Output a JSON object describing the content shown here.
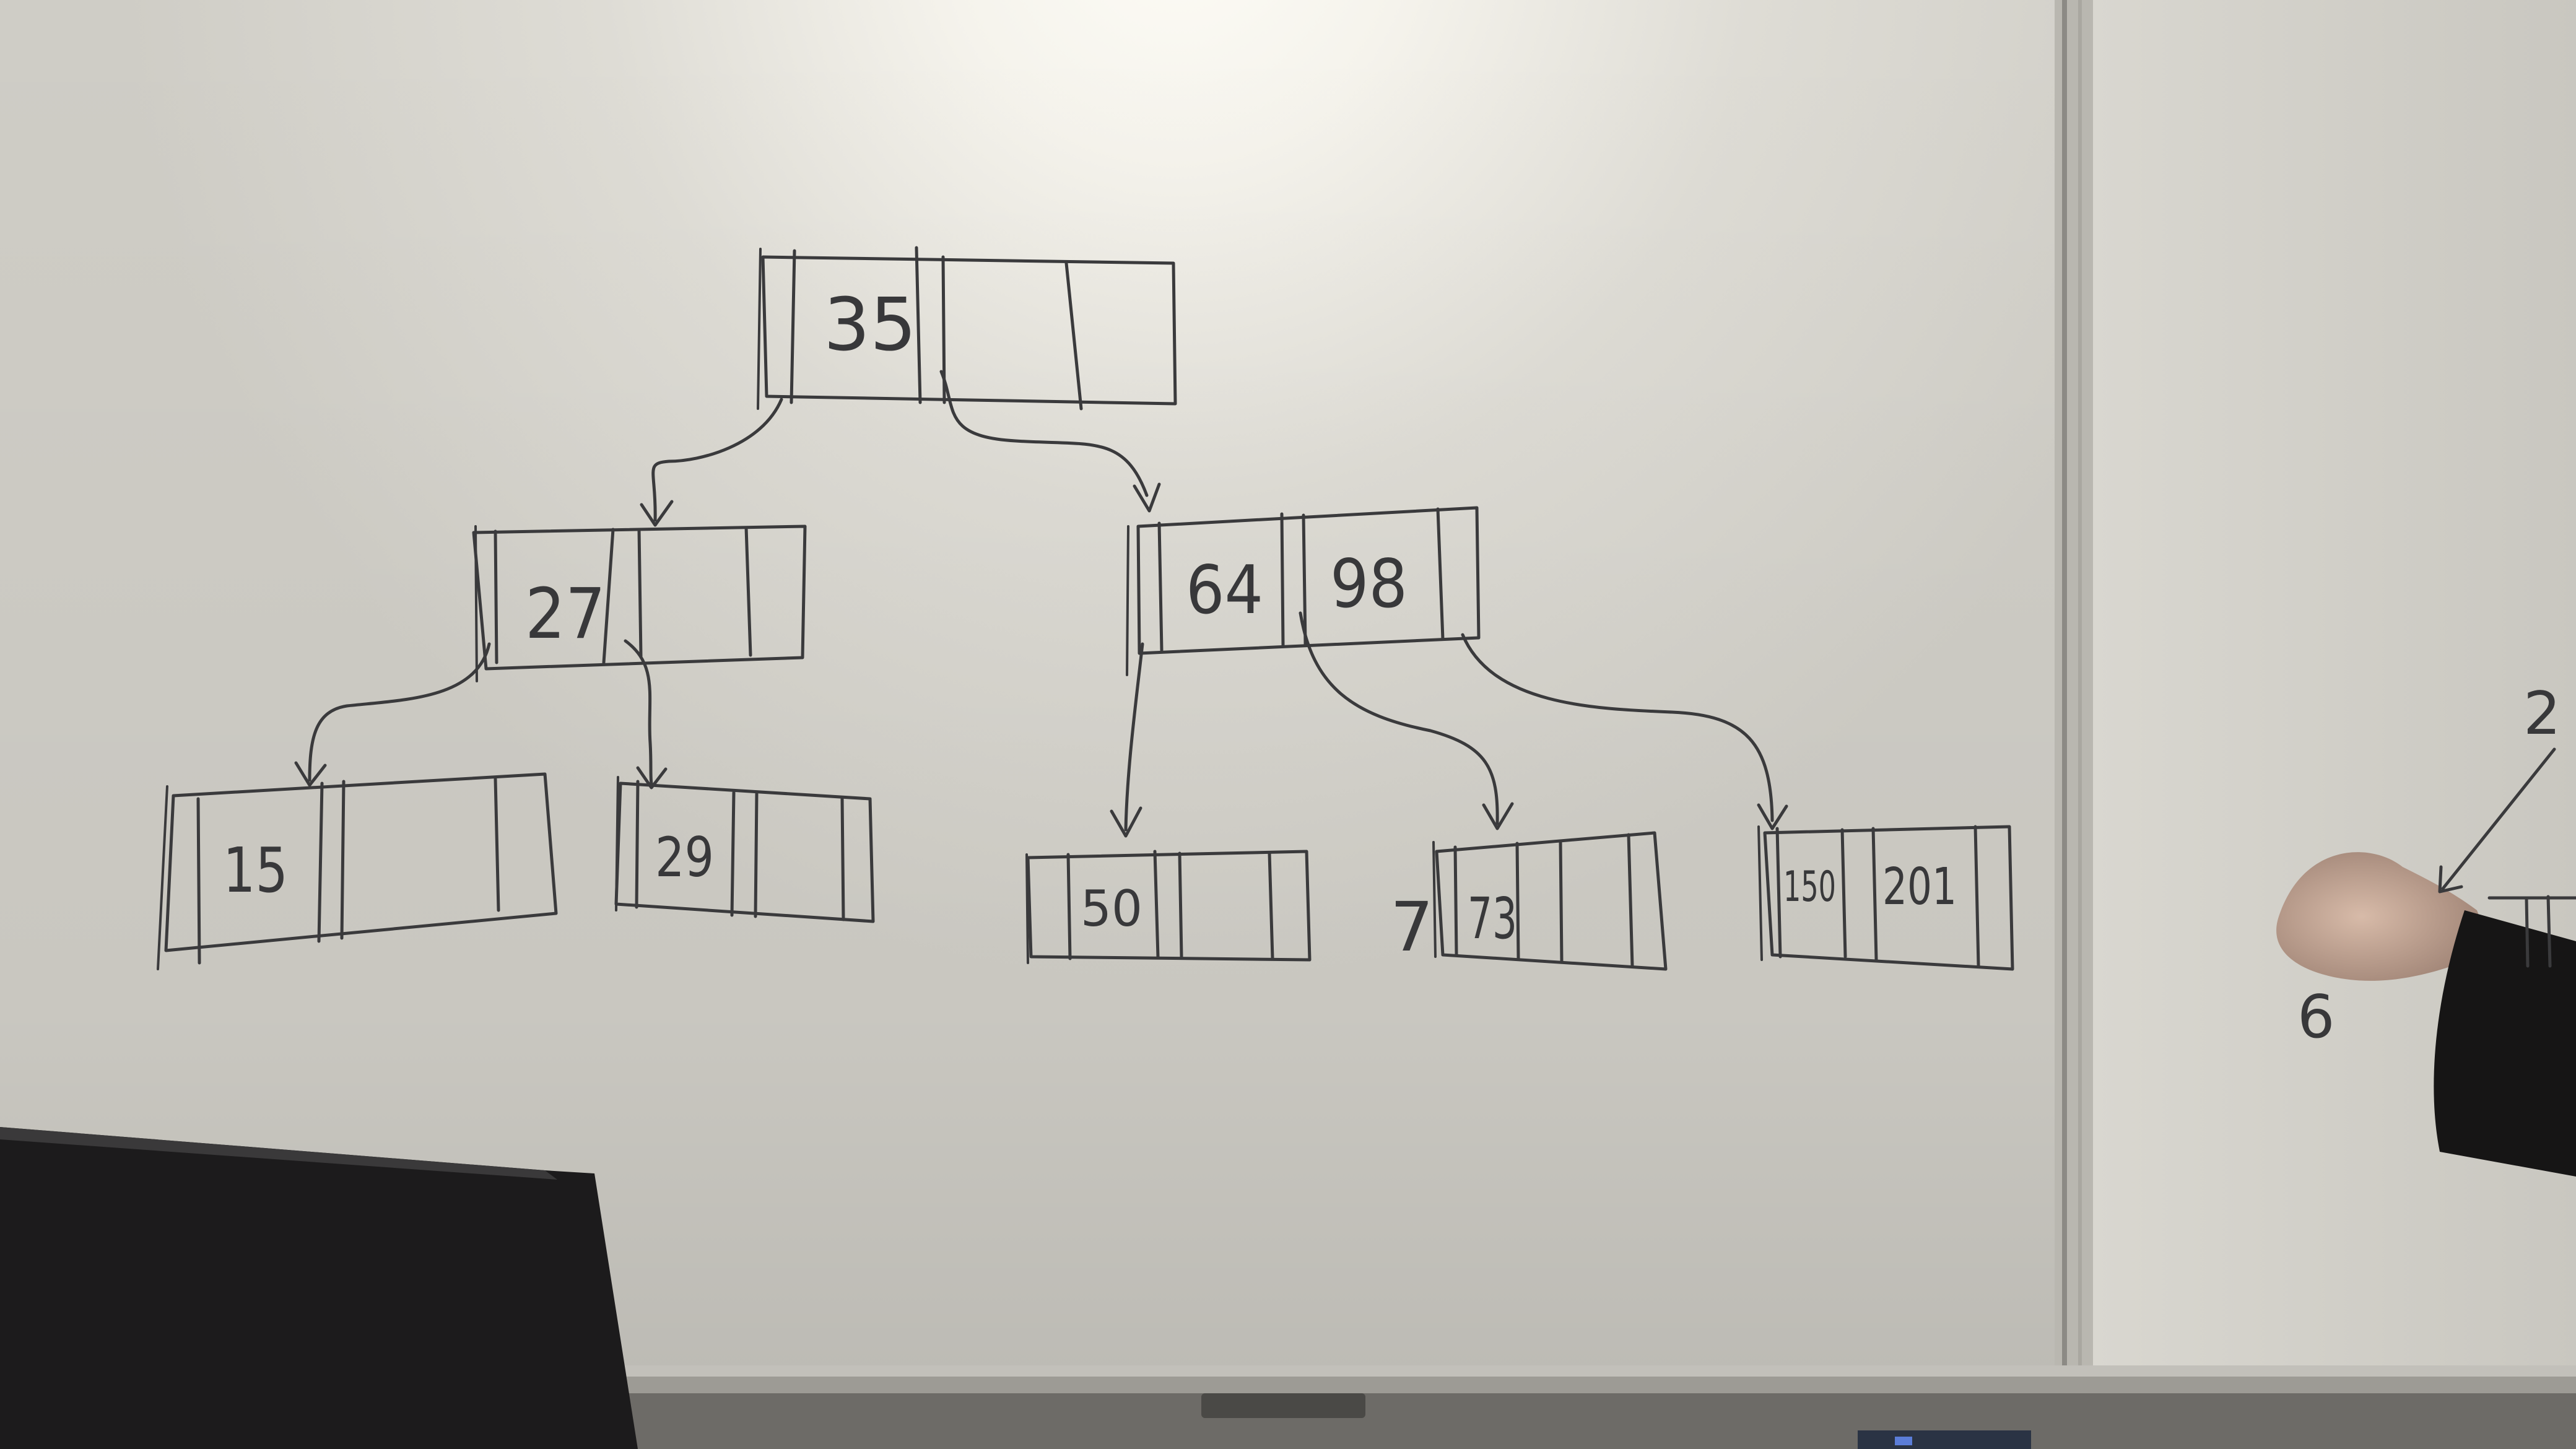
{
  "diagram": {
    "nodes": [
      {
        "id": "root",
        "keys": [
          "35"
        ]
      },
      {
        "id": "left-internal",
        "keys": [
          "27"
        ]
      },
      {
        "id": "right-internal",
        "keys": [
          "64",
          "98"
        ]
      },
      {
        "id": "leaf-15",
        "keys": [
          "15"
        ]
      },
      {
        "id": "leaf-29",
        "keys": [
          "29"
        ]
      },
      {
        "id": "leaf-50",
        "keys": [
          "50"
        ]
      },
      {
        "id": "leaf-73",
        "keys": [
          "73"
        ]
      },
      {
        "id": "leaf-150-201",
        "keys": [
          "150",
          "201"
        ]
      }
    ],
    "edges": [
      {
        "from": "root",
        "to": "left-internal"
      },
      {
        "from": "root",
        "to": "right-internal"
      },
      {
        "from": "left-internal",
        "to": "leaf-15"
      },
      {
        "from": "left-internal",
        "to": "leaf-29"
      },
      {
        "from": "right-internal",
        "to": "leaf-50"
      },
      {
        "from": "right-internal",
        "to": "leaf-73"
      },
      {
        "from": "right-internal",
        "to": "leaf-150-201"
      }
    ],
    "stray_marks": {
      "beside_73": "7",
      "right_edge_top": "2",
      "right_edge_bottom": "6"
    }
  },
  "colors": {
    "board": "#d6d4cd",
    "glare": "#fbf9f2",
    "ink": "#3a3a3c",
    "frame": "#9a9892",
    "monitor": "#1c1b1c"
  }
}
